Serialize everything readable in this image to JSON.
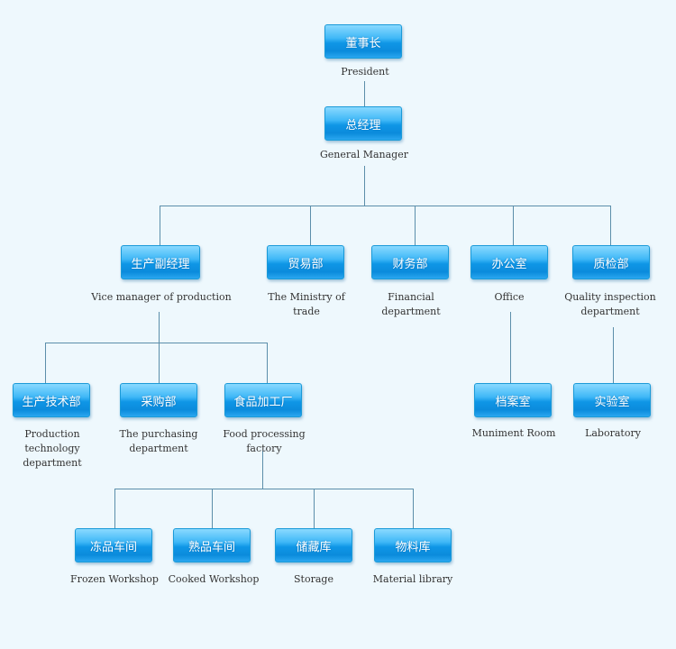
{
  "colors": {
    "background": "#eef8fd",
    "node": "#0f96e6",
    "node_border": "#1a9ad8",
    "connector": "#5b8eaa",
    "text": "#333333"
  },
  "nodes": {
    "president": {
      "zh": "董事长",
      "en": "President"
    },
    "gm": {
      "zh": "总经理",
      "en": "General Manager"
    },
    "vp_production": {
      "zh": "生产副经理",
      "en": "Vice manager of production"
    },
    "trade": {
      "zh": "贸易部",
      "en": "The Ministry of trade"
    },
    "finance": {
      "zh": "财务部",
      "en": "Financial department"
    },
    "office": {
      "zh": "办公室",
      "en": "Office"
    },
    "quality": {
      "zh": "质检部",
      "en": "Quality inspection department"
    },
    "prod_tech": {
      "zh": "生产技术部",
      "en": "Production technology department"
    },
    "purchasing": {
      "zh": "采购部",
      "en": "The purchasing department"
    },
    "food_factory": {
      "zh": "食品加工厂",
      "en": "Food processing factory"
    },
    "muniment": {
      "zh": "档案室",
      "en": "Muniment Room"
    },
    "laboratory": {
      "zh": "实验室",
      "en": "Laboratory"
    },
    "frozen": {
      "zh": "冻品车间",
      "en": "Frozen Workshop"
    },
    "cooked": {
      "zh": "熟品车间",
      "en": "Cooked Workshop"
    },
    "storage": {
      "zh": "储藏库",
      "en": "Storage"
    },
    "material": {
      "zh": "物料库",
      "en": "Material library"
    }
  }
}
